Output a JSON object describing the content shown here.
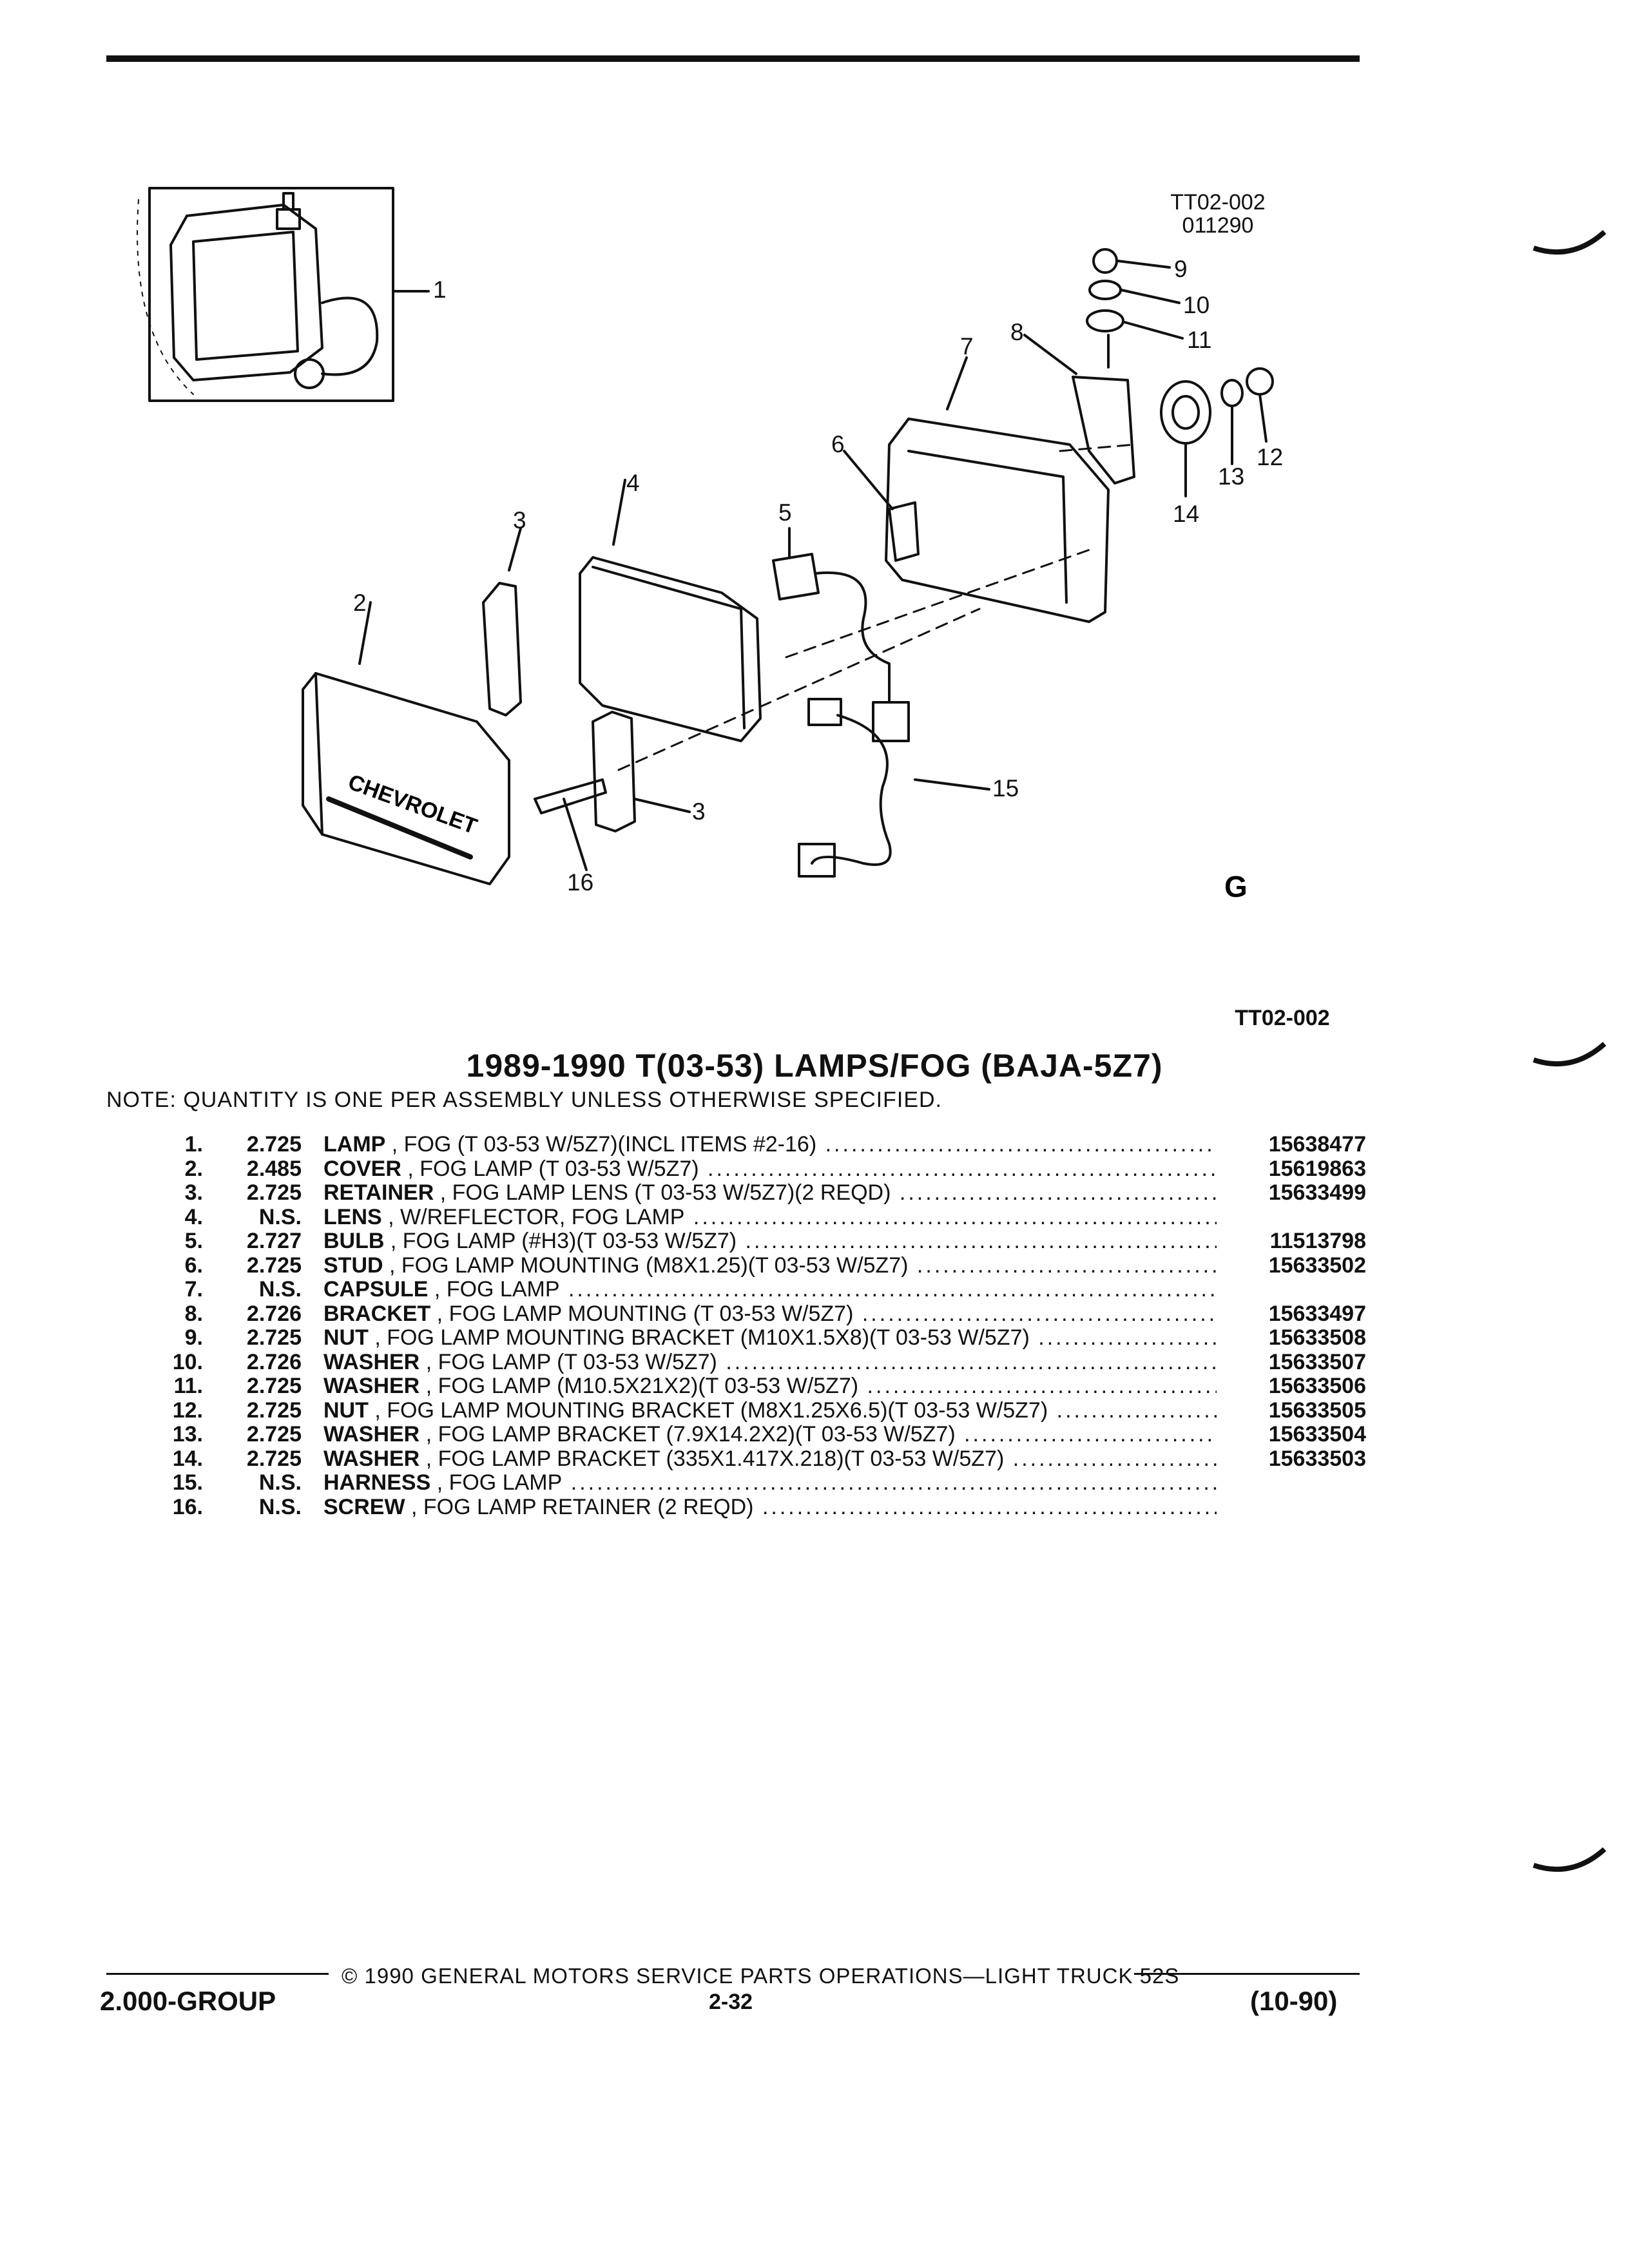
{
  "header": {
    "catalog_ref": "TT02-002",
    "catalog_code": "011290",
    "catalog_ref_bottom": "TT02-002"
  },
  "diagram": {
    "callouts": [
      "1",
      "2",
      "3",
      "3",
      "4",
      "5",
      "6",
      "7",
      "8",
      "9",
      "10",
      "11",
      "12",
      "13",
      "14",
      "15",
      "16"
    ],
    "brand_text": "CHEVROLET",
    "mark": "G"
  },
  "title": "1989-1990 T(03-53) LAMPS/FOG (BAJA-5Z7)",
  "note": "NOTE:  QUANTITY IS ONE PER ASSEMBLY UNLESS OTHERWISE SPECIFIED.",
  "parts": [
    {
      "no": "1.",
      "grp": "2.725",
      "name": "LAMP",
      "desc": ", FOG (T 03-53 W/5Z7)(INCL ITEMS #2-16)",
      "pn": "15638477"
    },
    {
      "no": "2.",
      "grp": "2.485",
      "name": "COVER",
      "desc": ", FOG LAMP (T 03-53 W/5Z7)",
      "pn": "15619863"
    },
    {
      "no": "3.",
      "grp": "2.725",
      "name": "RETAINER",
      "desc": ", FOG LAMP LENS (T 03-53 W/5Z7)(2 REQD)",
      "pn": "15633499"
    },
    {
      "no": "4.",
      "grp": "N.S.",
      "name": "LENS",
      "desc": ", W/REFLECTOR, FOG LAMP",
      "pn": ""
    },
    {
      "no": "5.",
      "grp": "2.727",
      "name": "BULB",
      "desc": ", FOG LAMP (#H3)(T 03-53 W/5Z7)",
      "pn": "11513798"
    },
    {
      "no": "6.",
      "grp": "2.725",
      "name": "STUD",
      "desc": ", FOG LAMP MOUNTING (M8X1.25)(T 03-53 W/5Z7)",
      "pn": "15633502"
    },
    {
      "no": "7.",
      "grp": "N.S.",
      "name": "CAPSULE",
      "desc": ", FOG LAMP",
      "pn": ""
    },
    {
      "no": "8.",
      "grp": "2.726",
      "name": "BRACKET",
      "desc": ", FOG LAMP MOUNTING (T 03-53 W/5Z7)",
      "pn": "15633497"
    },
    {
      "no": "9.",
      "grp": "2.725",
      "name": "NUT",
      "desc": ", FOG LAMP MOUNTING BRACKET (M10X1.5X8)(T 03-53 W/5Z7)",
      "pn": "15633508"
    },
    {
      "no": "10.",
      "grp": "2.726",
      "name": "WASHER",
      "desc": ", FOG LAMP (T 03-53 W/5Z7)",
      "pn": "15633507"
    },
    {
      "no": "11.",
      "grp": "2.725",
      "name": "WASHER",
      "desc": ", FOG LAMP (M10.5X21X2)(T 03-53 W/5Z7)",
      "pn": "15633506"
    },
    {
      "no": "12.",
      "grp": "2.725",
      "name": "NUT",
      "desc": ", FOG LAMP MOUNTING BRACKET (M8X1.25X6.5)(T 03-53 W/5Z7)",
      "pn": "15633505"
    },
    {
      "no": "13.",
      "grp": "2.725",
      "name": "WASHER",
      "desc": ", FOG LAMP BRACKET (7.9X14.2X2)(T 03-53 W/5Z7)",
      "pn": "15633504"
    },
    {
      "no": "14.",
      "grp": "2.725",
      "name": "WASHER",
      "desc": ", FOG LAMP BRACKET (335X1.417X.218)(T 03-53 W/5Z7)",
      "pn": "15633503"
    },
    {
      "no": "15.",
      "grp": "N.S.",
      "name": "HARNESS",
      "desc": ", FOG LAMP",
      "pn": ""
    },
    {
      "no": "16.",
      "grp": "N.S.",
      "name": "SCREW",
      "desc": ", FOG LAMP RETAINER (2 REQD)",
      "pn": ""
    }
  ],
  "footer": {
    "copyright": "©  1990  GENERAL MOTORS SERVICE PARTS OPERATIONS—LIGHT TRUCK 52S",
    "group": "2.000-GROUP",
    "page": "2-32",
    "date": "(10-90)"
  }
}
